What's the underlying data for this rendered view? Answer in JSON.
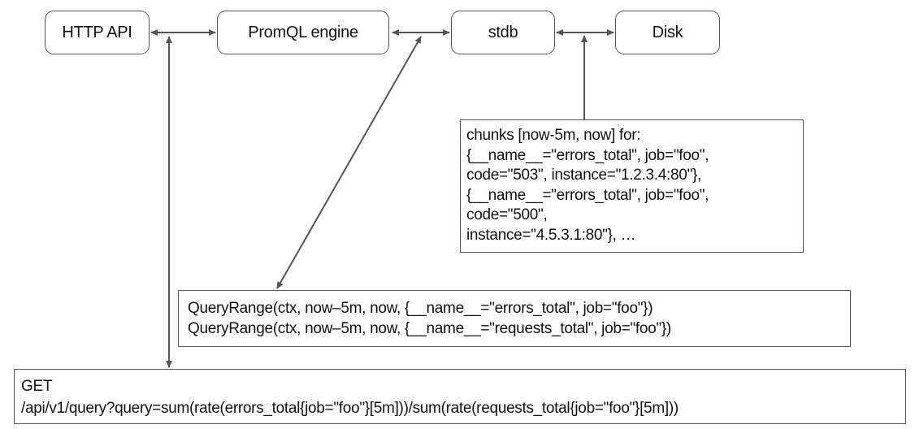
{
  "nodes": {
    "http_api": "HTTP API",
    "promql_engine": "PromQL engine",
    "stdb": "stdb",
    "disk": "Disk"
  },
  "chunks_box": {
    "lines": [
      "chunks [now-5m, now] for:",
      "{__name__=\"errors_total\", job=\"foo\",",
      "code=\"503\", instance=\"1.2.3.4:80\"},",
      "{__name__=\"errors_total\", job=\"foo\",",
      "code=\"500\",",
      "instance=\"4.5.3.1:80\"}, …"
    ]
  },
  "query_range_box": {
    "lines": [
      "QueryRange(ctx, now–5m, now, {__name__=\"errors_total\", job=\"foo\"})",
      "QueryRange(ctx, now–5m, now, {__name__=\"requests_total\", job=\"foo\"})"
    ]
  },
  "get_box": {
    "lines": [
      "GET",
      "/api/v1/query?query=sum(rate(errors_total{job=\"foo\"}[5m]))/sum(rate(requests_total{job=\"foo\"}[5m]))"
    ]
  },
  "colors": {
    "stroke": "#555555",
    "text": "#111111",
    "background": "#ffffff"
  }
}
